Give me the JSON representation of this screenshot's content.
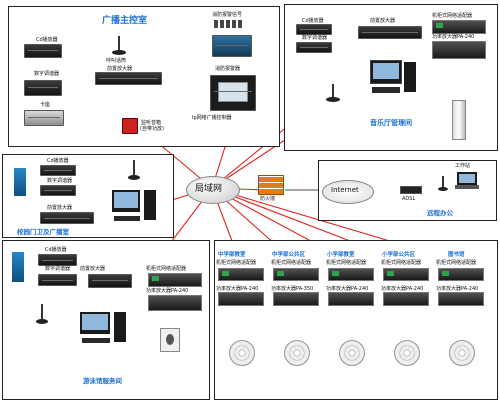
{
  "diagram": {
    "hub": "局域网",
    "sections": {
      "control_room": {
        "title": "广播主控室",
        "cd": "Cd播放器",
        "tuner": "数字调谐器",
        "deck": "卡座",
        "call_mic": "呼叫话筒",
        "preamp": "前置放大器",
        "fire_signal": "消防报警信号",
        "fire_device": "消防报警器",
        "monitor": "监听音箱",
        "monitor_sub": "(自带功放)",
        "controller": "Ip网络广播控制器"
      },
      "music_room": {
        "title": "音乐厅管理间",
        "cd": "Cd播放器",
        "tuner": "数字调谐器",
        "preamp": "前置放大器",
        "adapter": "机柜式网络适配器",
        "amp": "功率放大器PA-240"
      },
      "gate": {
        "title": "校园门卫及广播室",
        "cd": "Cd播放器",
        "tuner": "数字调谐器",
        "preamp": "前置放大器"
      },
      "remote": {
        "title": "远程办公",
        "internet": "Internet",
        "adsl": "ADSL",
        "workstation": "工作站",
        "firewall": "防火墙"
      },
      "pool": {
        "title": "游泳馆服务间",
        "cd": "Cd播放器",
        "tuner": "数字调谐器",
        "preamp": "前置放大器",
        "adapter": "机柜式网络适配器",
        "amp": "功率放大器PA-240"
      },
      "zones": [
        {
          "name": "中学部教室",
          "adapter": "机柜式网络适配器",
          "amp": "功率放大器PA-240"
        },
        {
          "name": "中学部公共区",
          "adapter": "机柜式网络适配器",
          "amp": "功率放大器PA-350"
        },
        {
          "name": "小学部教室",
          "adapter": "机柜式网络适配器",
          "amp": "功率放大器PA-240"
        },
        {
          "name": "小学部公共区",
          "adapter": "机柜式网络适配器",
          "amp": "功率放大器PA-240"
        },
        {
          "name": "图书馆",
          "adapter": "机柜式网络适配器",
          "amp": "功率放大器PA-240"
        }
      ]
    },
    "colors": {
      "title": "#1a6fd8",
      "network": "#e0241b",
      "audio": "#1e8a2e",
      "cable": "#111111"
    }
  }
}
